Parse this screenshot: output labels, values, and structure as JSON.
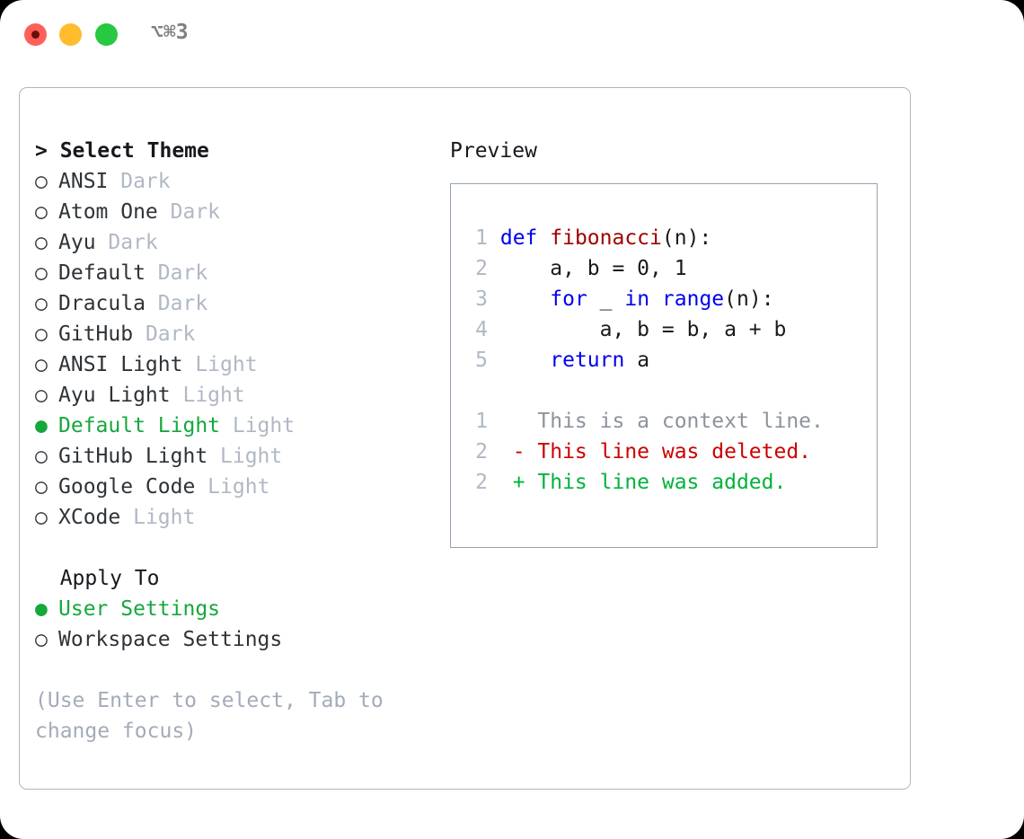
{
  "titlebar": {
    "shortcut": "⌥⌘3",
    "buttons": {
      "close": "close-button",
      "minimize": "minimize-button",
      "maximize": "maximize-button"
    }
  },
  "theme_list": {
    "header": "> Select Theme",
    "items": [
      {
        "bullet": "○",
        "name": "ANSI",
        "kind": "Dark",
        "selected": false
      },
      {
        "bullet": "○",
        "name": "Atom One",
        "kind": "Dark",
        "selected": false
      },
      {
        "bullet": "○",
        "name": "Ayu",
        "kind": "Dark",
        "selected": false
      },
      {
        "bullet": "○",
        "name": "Default",
        "kind": "Dark",
        "selected": false
      },
      {
        "bullet": "○",
        "name": "Dracula",
        "kind": "Dark",
        "selected": false
      },
      {
        "bullet": "○",
        "name": "GitHub",
        "kind": "Dark",
        "selected": false
      },
      {
        "bullet": "○",
        "name": "ANSI Light",
        "kind": "Light",
        "selected": false
      },
      {
        "bullet": "○",
        "name": "Ayu Light",
        "kind": "Light",
        "selected": false
      },
      {
        "bullet": "●",
        "name": "Default Light",
        "kind": "Light",
        "selected": true
      },
      {
        "bullet": "○",
        "name": "GitHub Light",
        "kind": "Light",
        "selected": false
      },
      {
        "bullet": "○",
        "name": "Google Code",
        "kind": "Light",
        "selected": false
      },
      {
        "bullet": "○",
        "name": "XCode",
        "kind": "Light",
        "selected": false
      }
    ]
  },
  "apply_to": {
    "header": "  Apply To",
    "items": [
      {
        "bullet": "●",
        "name": "User Settings",
        "kind": "",
        "selected": true
      },
      {
        "bullet": "○",
        "name": "Workspace Settings",
        "kind": "",
        "selected": false
      }
    ]
  },
  "hint": "(Use Enter to select, Tab to change focus)",
  "preview": {
    "title": "Preview",
    "code_lines": [
      {
        "num": "1",
        "tokens": [
          {
            "t": "def ",
            "c": "kw"
          },
          {
            "t": "fibonacci",
            "c": "fn"
          },
          {
            "t": "(n):",
            "c": "pl"
          }
        ]
      },
      {
        "num": "2",
        "tokens": [
          {
            "t": "    a, b = 0, 1",
            "c": "pl"
          }
        ]
      },
      {
        "num": "3",
        "tokens": [
          {
            "t": "    ",
            "c": "pl"
          },
          {
            "t": "for",
            "c": "kw"
          },
          {
            "t": " _ ",
            "c": "pl"
          },
          {
            "t": "in",
            "c": "kw"
          },
          {
            "t": " ",
            "c": "pl"
          },
          {
            "t": "range",
            "c": "kw"
          },
          {
            "t": "(n):",
            "c": "pl"
          }
        ]
      },
      {
        "num": "4",
        "tokens": [
          {
            "t": "        a, b = b, a + b",
            "c": "pl"
          }
        ]
      },
      {
        "num": "5",
        "tokens": [
          {
            "t": "    ",
            "c": "pl"
          },
          {
            "t": "return",
            "c": "kw"
          },
          {
            "t": " a",
            "c": "pl"
          }
        ]
      }
    ],
    "diff_lines": [
      {
        "num": "1",
        "marker": "  ",
        "text": "This is a context line.",
        "kind": "context"
      },
      {
        "num": "2",
        "marker": "- ",
        "text": "This line was deleted.",
        "kind": "deleted"
      },
      {
        "num": "2",
        "marker": "+ ",
        "text": "This line was added.",
        "kind": "added"
      }
    ]
  },
  "colors": {
    "accent_green": "#15a83c",
    "muted": "#b0b8c4",
    "keyword_blue": "#0000ee",
    "function_red": "#a00000",
    "diff_delete": "#cc0000",
    "diff_add": "#00b33c",
    "border": "#aeb7c2"
  }
}
